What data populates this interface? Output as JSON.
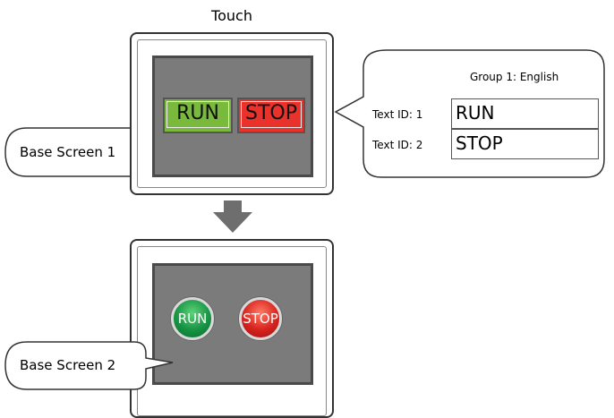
{
  "touch_label": "Touch",
  "screen1": {
    "run_label": "RUN",
    "stop_label": "STOP",
    "callout": "Base Screen 1"
  },
  "screen2": {
    "run_label": "RUN",
    "stop_label": "STOP",
    "callout": "Base Screen 2"
  },
  "text_table": {
    "group_header": "Group 1: English",
    "rows": [
      {
        "label": "Text ID: 1",
        "value": "RUN"
      },
      {
        "label": "Text ID: 2",
        "value": "STOP"
      }
    ]
  },
  "colors": {
    "arrow": "#6e6e6e",
    "run_green": "#79b93c",
    "stop_red": "#e8322b",
    "screen_gray": "#7b7b7b"
  }
}
